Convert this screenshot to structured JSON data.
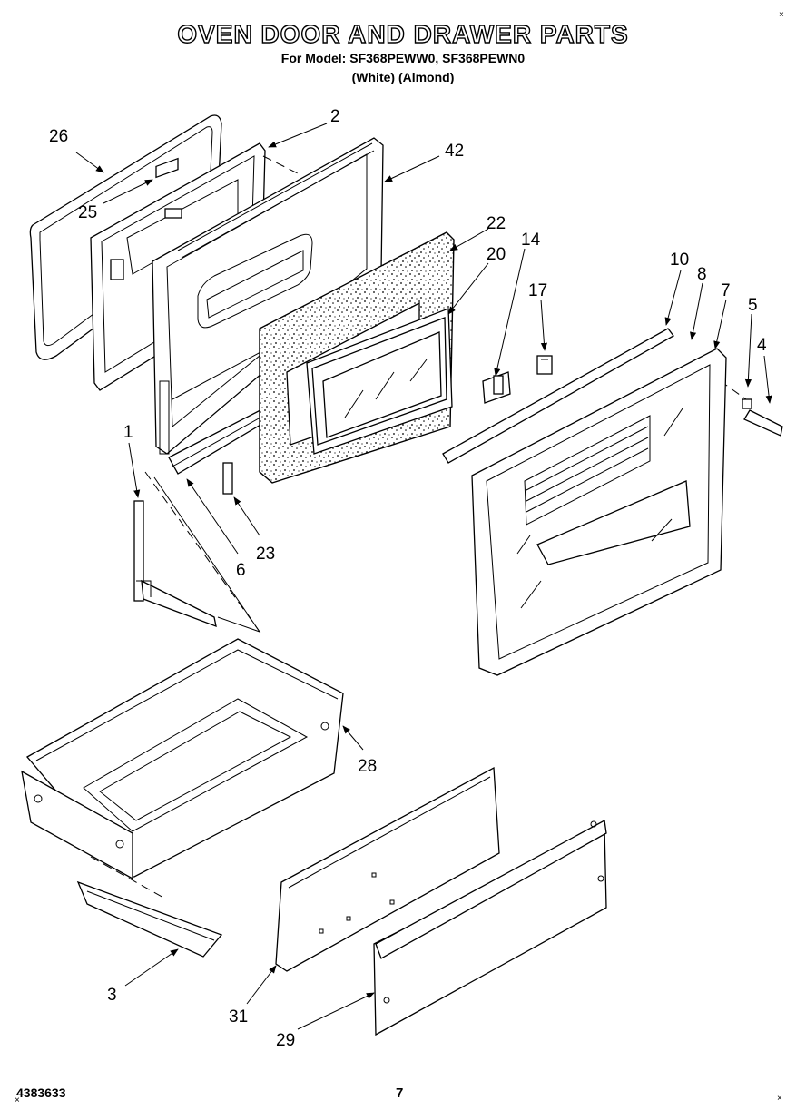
{
  "header": {
    "title": "OVEN DOOR AND DRAWER PARTS",
    "model_line": "For Model: SF368PEWW0, SF368PEWN0",
    "color_line": "(White)    (Almond)"
  },
  "footer": {
    "doc_number": "4383633",
    "page_number": "7"
  },
  "corner_marks": [
    "×",
    "×",
    "×",
    "×"
  ],
  "callouts": [
    "26",
    "25",
    "2",
    "42",
    "22",
    "20",
    "14",
    "17",
    "10",
    "8",
    "7",
    "5",
    "4",
    "1",
    "6",
    "23",
    "28",
    "3",
    "31",
    "29"
  ]
}
